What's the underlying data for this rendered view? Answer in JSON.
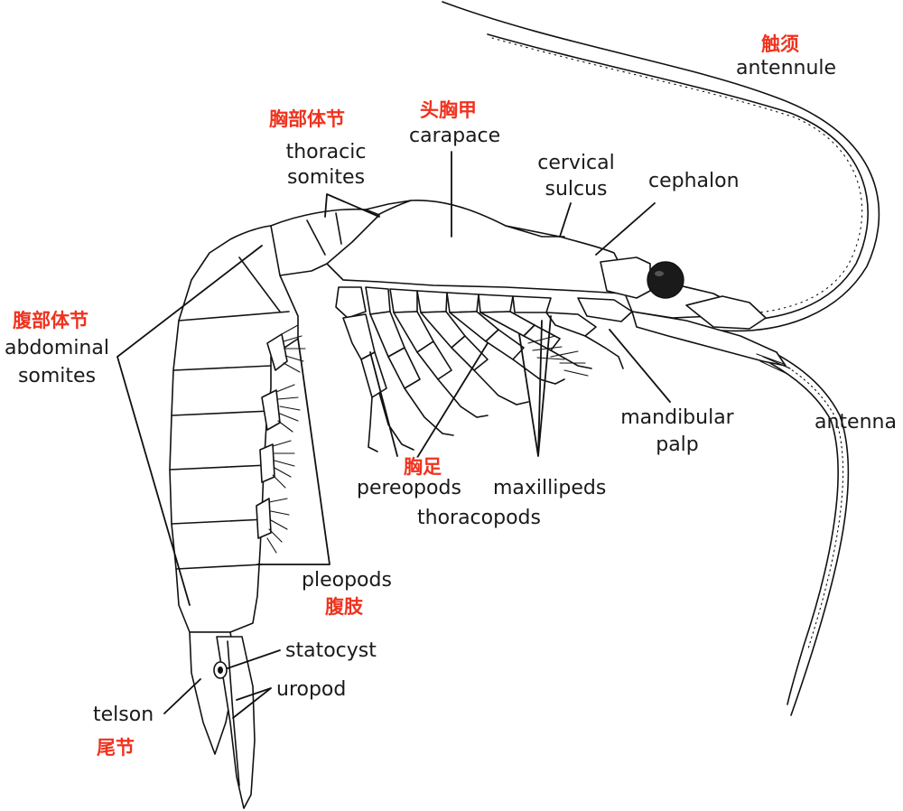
{
  "colors": {
    "chinese_label": "#f0321e",
    "line": "#111111",
    "background": "#ffffff"
  },
  "labels": {
    "antennule": {
      "zh": "触须",
      "en": "antennule"
    },
    "carapace": {
      "zh": "头胸甲",
      "en": "carapace"
    },
    "thoracic_somites": {
      "zh": "胸部体节",
      "en_line1": "thoracic",
      "en_line2": "somites"
    },
    "cervical_sulcus": {
      "en_line1": "cervical",
      "en_line2": "sulcus"
    },
    "cephalon": {
      "en": "cephalon"
    },
    "abdominal_somites": {
      "zh": "腹部体节",
      "en_line1": "abdominal",
      "en_line2": "somites"
    },
    "antenna": {
      "en": "antenna"
    },
    "mandibular_palp": {
      "en_line1": "mandibular",
      "en_line2": "palp"
    },
    "pereopods": {
      "zh": "胸足",
      "en": "pereopods"
    },
    "maxillipeds": {
      "en": "maxillipeds"
    },
    "thoracopods": {
      "en": "thoracopods"
    },
    "pleopods": {
      "en": "pleopods",
      "zh": "腹肢"
    },
    "statocyst": {
      "en": "statocyst"
    },
    "uropod": {
      "en": "uropod"
    },
    "telson": {
      "en": "telson",
      "zh": "尾节"
    }
  }
}
